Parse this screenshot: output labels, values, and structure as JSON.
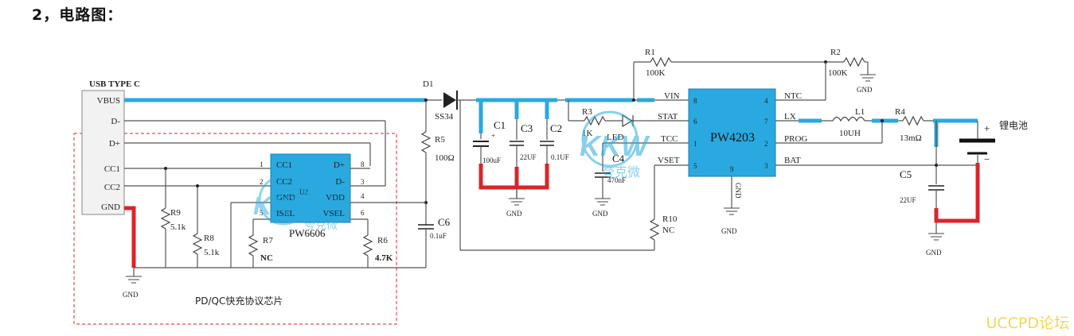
{
  "heading": "2，电路图：",
  "connector": {
    "title": "USB TYPE C",
    "pins": [
      "VBUS",
      "D-",
      "D+",
      "CC1",
      "CC2",
      "GND"
    ]
  },
  "u2": {
    "name": "PW6606",
    "ref": "U2",
    "pins_left": [
      "CC1",
      "CC2",
      "GND",
      "ISEL"
    ],
    "pins_right": [
      "D+",
      "D-",
      "VDD",
      "VSEL"
    ],
    "pin_nums_left": [
      "1",
      "2",
      "",
      "5"
    ],
    "pin_nums_right": [
      "8",
      "3",
      "4",
      "6"
    ],
    "block_label": "PD/QC快充协议芯片"
  },
  "u1": {
    "name": "PW4203",
    "pins_left": [
      "VIN",
      "STAT",
      "TCC",
      "VSET"
    ],
    "pins_right": [
      "NTC",
      "LX",
      "PROG",
      "BAT"
    ],
    "pin_nums_left": [
      "8",
      "6",
      "1",
      "5"
    ],
    "pin_nums_right": [
      "4",
      "7",
      "2",
      "3"
    ],
    "bottom_pin": "9",
    "bottom_label": "GND"
  },
  "components": {
    "d1": {
      "ref": "D1",
      "value": "SS34"
    },
    "r1": {
      "ref": "R1",
      "value": "100K"
    },
    "r2": {
      "ref": "R2",
      "value": "100K"
    },
    "r3": {
      "ref": "R3",
      "value": "1K"
    },
    "r4": {
      "ref": "R4",
      "value": "13mΩ"
    },
    "r5": {
      "ref": "R5",
      "value": "100Ω"
    },
    "r6": {
      "ref": "R6",
      "value": "4.7K"
    },
    "r7": {
      "ref": "R7",
      "value": "NC"
    },
    "r8": {
      "ref": "R8",
      "value": "5.1k"
    },
    "r9": {
      "ref": "R9",
      "value": "5.1k"
    },
    "r10": {
      "ref": "R10",
      "value": "NC"
    },
    "c1": {
      "ref": "C1",
      "value": "100uF",
      "polarity": "+"
    },
    "c2": {
      "ref": "C2",
      "value": "0.1UF"
    },
    "c3": {
      "ref": "C3",
      "value": "22UF"
    },
    "c4": {
      "ref": "C4",
      "value": "470nF"
    },
    "c5": {
      "ref": "C5",
      "value": "22UF"
    },
    "c6": {
      "ref": "C6",
      "value": "0.1uF"
    },
    "l1": {
      "ref": "L1",
      "value": "10UH"
    },
    "led": {
      "ref": "LED"
    },
    "battery": {
      "label": "锂电池",
      "plus": "+",
      "minus": "−"
    }
  },
  "gnd_label": "GND",
  "watermark": {
    "logo": "KKW",
    "sub": "夸克微",
    "site": "UCCPD论坛"
  },
  "colors": {
    "blue_net": "#29a9e0",
    "gnd_net": "#d9252a",
    "ic_fill": "#29a9e0",
    "watermark": "#f1d75a"
  }
}
